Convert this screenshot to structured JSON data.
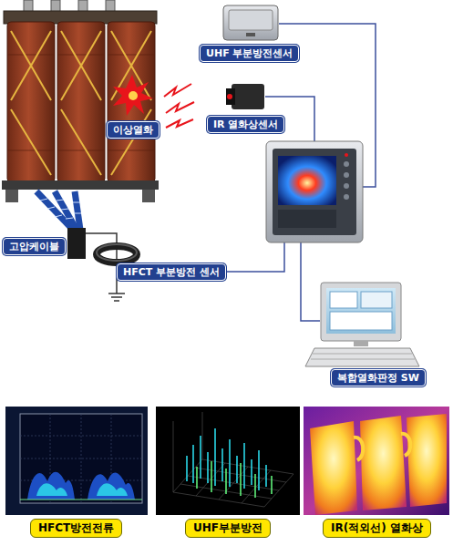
{
  "diagram": {
    "nodes": [
      {
        "text": [
          "UHF 부분방전센서"
        ]
      },
      {
        "text": [
          "IR 열화상센서"
        ]
      },
      {
        "text": [
          "이상열화"
        ]
      },
      {
        "text": [
          "고압케이블"
        ]
      },
      {
        "text": [
          "HFCT 부분방전 센서"
        ]
      },
      {
        "text": [
          "복합열화판정 SW"
        ]
      },
      {
        "text": [
          "HFCT방전전류"
        ]
      },
      {
        "text": [
          "UHF부분방전"
        ]
      },
      {
        "text": [
          "IR(적외선) 열화상"
        ]
      }
    ]
  }
}
